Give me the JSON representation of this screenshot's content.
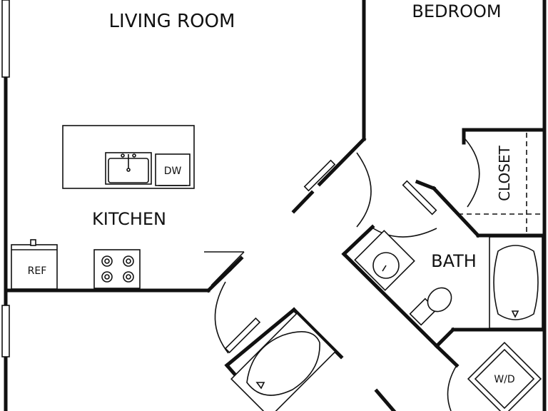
{
  "rooms": {
    "living_room": "LIVING ROOM",
    "bedroom": "BEDROOM",
    "kitchen": "KITCHEN",
    "bath": "BATH",
    "closet": "CLOSET"
  },
  "fixtures": {
    "dishwasher": "DW",
    "refrigerator": "REF",
    "washer_dryer": "W/D"
  },
  "icons": [
    "sink-icon",
    "stove-icon",
    "bathtub-icon",
    "toilet-icon",
    "washer-dryer-icon",
    "door-swing-icon"
  ]
}
